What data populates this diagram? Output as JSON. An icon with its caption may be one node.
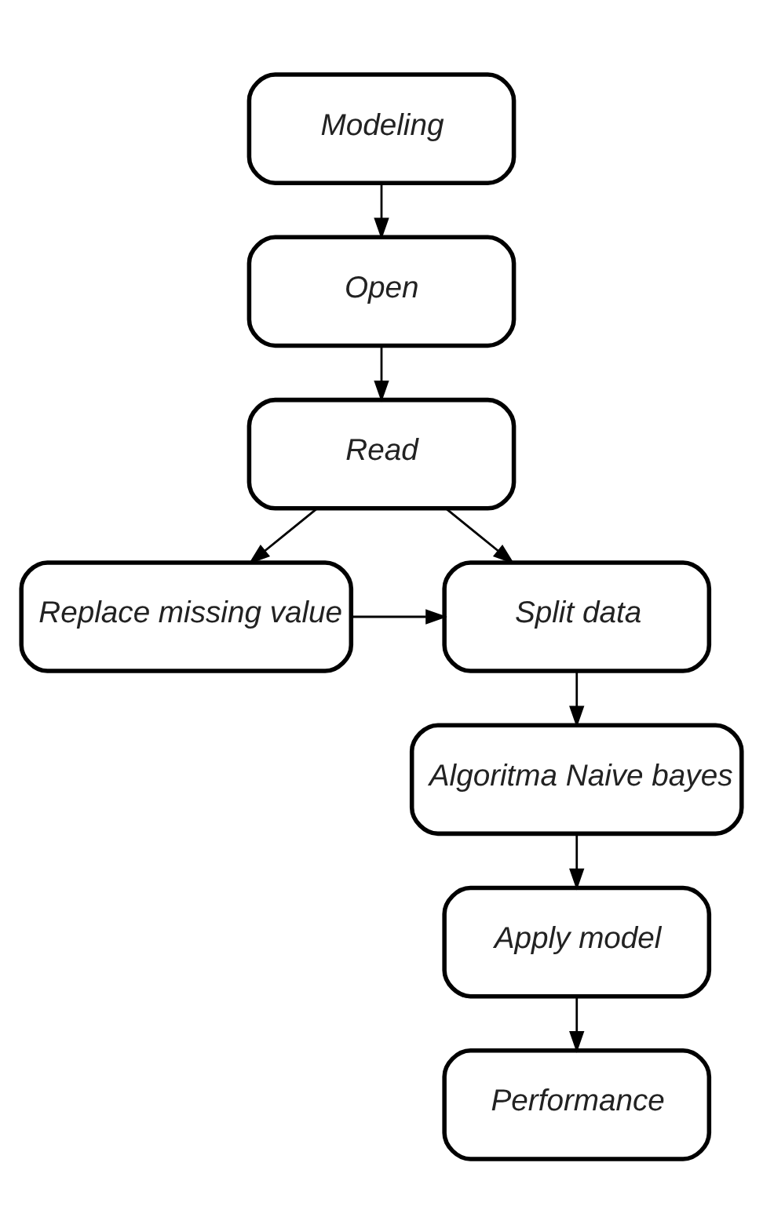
{
  "diagram": {
    "nodes": [
      {
        "text": [
          "Modeling"
        ]
      },
      {
        "text": [
          "Open"
        ]
      },
      {
        "text": [
          "Read"
        ]
      },
      {
        "text": [
          "Replace missing value"
        ]
      },
      {
        "text": [
          "Split data"
        ]
      },
      {
        "text": [
          "Algoritma Naive bayes"
        ]
      },
      {
        "text": [
          "Apply model"
        ]
      },
      {
        "text": [
          "Performance"
        ]
      }
    ],
    "edges": [
      {
        "from": 0,
        "to": 1,
        "arrow": "to"
      },
      {
        "from": 1,
        "to": 2,
        "arrow": "to"
      },
      {
        "from": 2,
        "to": 4,
        "arrow": "to"
      },
      {
        "from": 2,
        "to": 3,
        "arrow": "to"
      },
      {
        "from": 3,
        "to": 4,
        "arrow": "to"
      },
      {
        "from": 4,
        "to": 5,
        "arrow": "to"
      },
      {
        "from": 5,
        "to": 6,
        "arrow": "to"
      },
      {
        "from": 6,
        "to": 7,
        "arrow": "to"
      }
    ]
  }
}
